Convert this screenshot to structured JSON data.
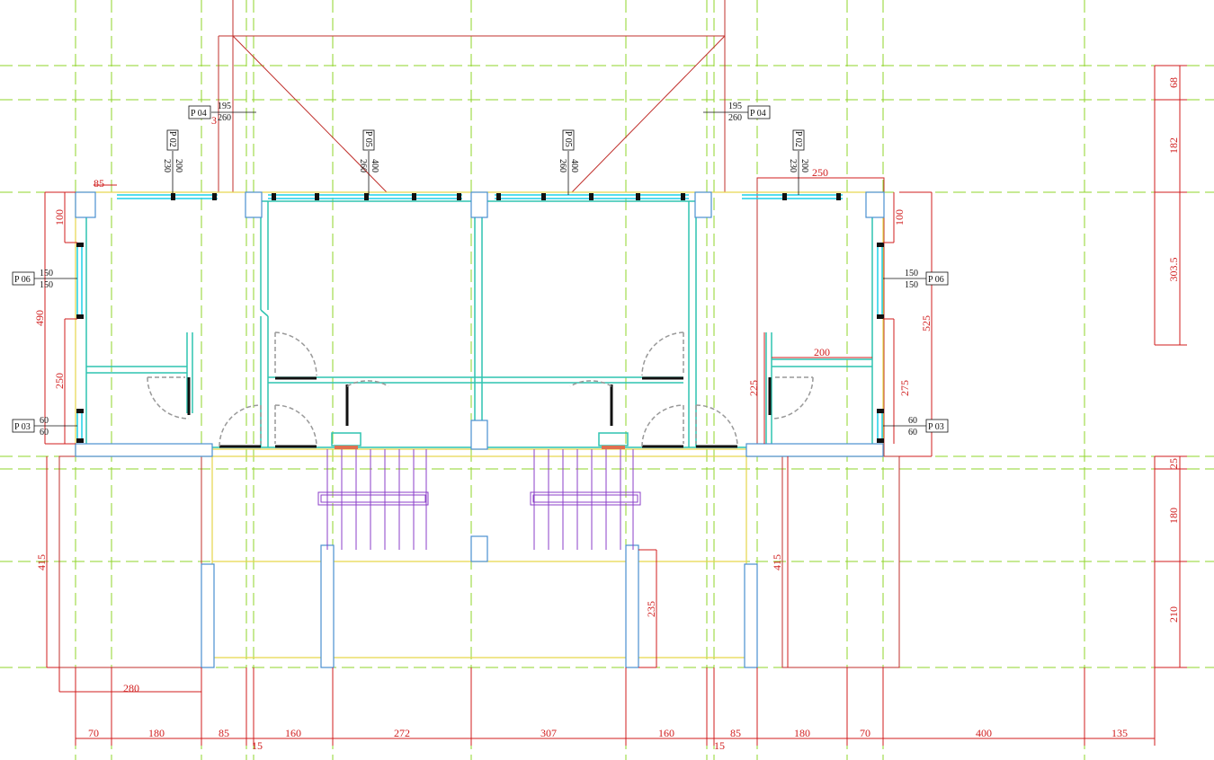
{
  "colors": {
    "grid": "#8fd42a",
    "dimension": "#d01c1c",
    "wall": "#2ec4b0",
    "column": "#4a8fd0",
    "window": "#1dd0e8",
    "outline": "#e6d64a",
    "stair": "#8b3fc8",
    "door": "#111111",
    "door_swing": "#999999",
    "label": "#111111"
  },
  "icons": {
    "window_tag": "window-tag-box",
    "door_swing": "door-arc"
  },
  "bottom_dims": [
    "70",
    "180",
    "85",
    "15",
    "160",
    "272",
    "307",
    "160",
    "15",
    "85",
    "180",
    "70",
    "400",
    "135"
  ],
  "right_dims": [
    "68",
    "182",
    "303.5",
    "25",
    "180",
    "210"
  ],
  "left_dims": [
    "100",
    "490",
    "250",
    "415"
  ],
  "inner_right_dims": [
    "100",
    "525",
    "275",
    "415"
  ],
  "misc_dims": {
    "top_left_85": "85",
    "top_right_250": "250",
    "mid_200": "200",
    "left_225": "225",
    "stair_235": "235",
    "bottom_280": "280",
    "corner_3": "3"
  },
  "window_tags": [
    {
      "code": "P 04",
      "top": "195",
      "bottom": "260"
    },
    {
      "code": "P 02",
      "top": "200",
      "bottom": "230"
    },
    {
      "code": "P 05",
      "top": "400",
      "bottom": "260"
    },
    {
      "code": "P 05",
      "top": "400",
      "bottom": "260"
    },
    {
      "code": "P 02",
      "top": "200",
      "bottom": "230"
    },
    {
      "code": "P 04",
      "top": "195",
      "bottom": "260"
    },
    {
      "code": "P 06",
      "top": "150",
      "bottom": "150"
    },
    {
      "code": "P 06",
      "top": "150",
      "bottom": "150"
    },
    {
      "code": "P 03",
      "top": "60",
      "bottom": "60"
    },
    {
      "code": "P 03",
      "top": "60",
      "bottom": "60"
    }
  ]
}
